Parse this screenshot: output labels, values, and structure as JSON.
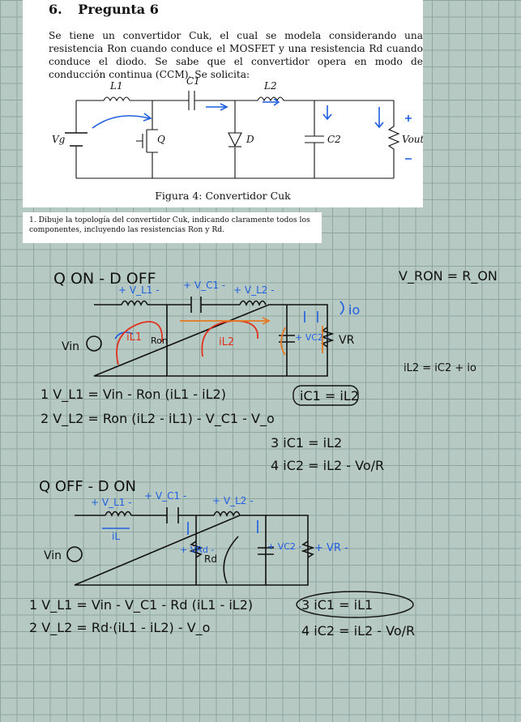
{
  "problem": {
    "number": "6.",
    "title": "Pregunta 6",
    "paragraph": "Se tiene un convertidor Cuk, el cual se modela considerando una resistencia Ron cuando conduce el MOSFET y una resistencia Rd cuando conduce el diodo. Se sabe que el convertidor opera en modo de conducción continua (CCM). Se solicita:",
    "caption": "Figura 4: Convertidor Cuk",
    "figure_labels": {
      "L1": "L1",
      "C1": "C1",
      "L2": "L2",
      "Vg": "Vg",
      "Q": "Q",
      "D": "D",
      "C2": "C2",
      "Vout": "Vout"
    }
  },
  "question": {
    "text": "1. Dibuje la topología del convertidor Cuk, indicando claramente todos los componentes, incluyendo las resistencias Ron y Rd."
  },
  "notes": {
    "state1_title": "Q ON - D OFF",
    "vron": "V_RON = R_ON",
    "il2_rel": "iL2 = iC2 + io",
    "c1_labels": [
      "+ V_L1 -",
      "+ V_C1 -",
      "+ V_L2 -"
    ],
    "vin": "Vin",
    "ron": "Ron",
    "vr": "VR",
    "vc2": "+ VC2 -",
    "io": "io",
    "il1": "iL1",
    "il2": "iL2",
    "ic1_eq_box": "iC1 = iL2",
    "eq1": "1  V_L1 = Vin - Ron (iL1 - iL2)",
    "eq2": "2  V_L2 = Ron (iL2 - iL1) - V_C1 - V_o",
    "eq3": "3  iC1 = iL2",
    "eq4": "4  iC2 = iL2 - Vo/R",
    "state2_title": "Q OFF - D ON",
    "c2_labels": [
      "+ V_L1 -",
      "+ V_C1 -",
      "+ V_L2 -"
    ],
    "il": "iL",
    "vin2": "Vin",
    "vrd": "+ VRd -",
    "rd": "Rd",
    "vc2b": "+ VC2 -",
    "vr2": "+ VR -",
    "eq5": "1  V_L1 = Vin - V_C1 - Rd (iL1 - iL2)",
    "eq6": "2  V_L2 = Rd·(iL1 - iL2) - V_o",
    "eq7": "3  iC1 = iL1",
    "eq8": "4  iC2 = iL2 - Vo/R"
  },
  "colors": {
    "ink": "#111111",
    "blue": "#1f5fe0",
    "red": "#e0321f",
    "orange": "#e6781f",
    "grid": "#8fa6a0",
    "paper": "#b7c9c3"
  }
}
